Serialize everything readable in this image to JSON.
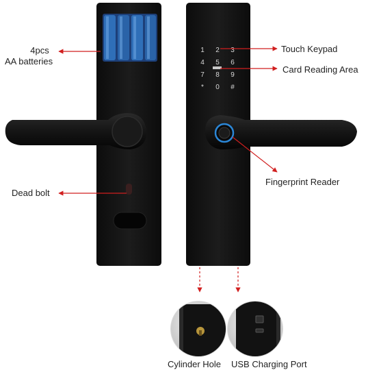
{
  "labels": {
    "batteries_line1": "4pcs",
    "batteries_line2": "AA batteries",
    "dead_bolt": "Dead bolt",
    "touch_keypad": "Touch Keypad",
    "card_reading_area": "Card Reading Area",
    "fingerprint_reader": "Fingerprint Reader",
    "cylinder_hole": "Cylinder Hole",
    "usb_charging_port": "USB Charging Port"
  },
  "keypad": [
    "1",
    "2",
    "3",
    "4",
    "5",
    "6",
    "7",
    "8",
    "9",
    "*",
    "0",
    "#"
  ],
  "colors": {
    "lock_body": "#111111",
    "battery_blue": "#2f6fb8",
    "arrow_red": "#d11f1f",
    "keypad_text": "#d8d8d8",
    "fingerprint_ring": "#2b86d6"
  }
}
